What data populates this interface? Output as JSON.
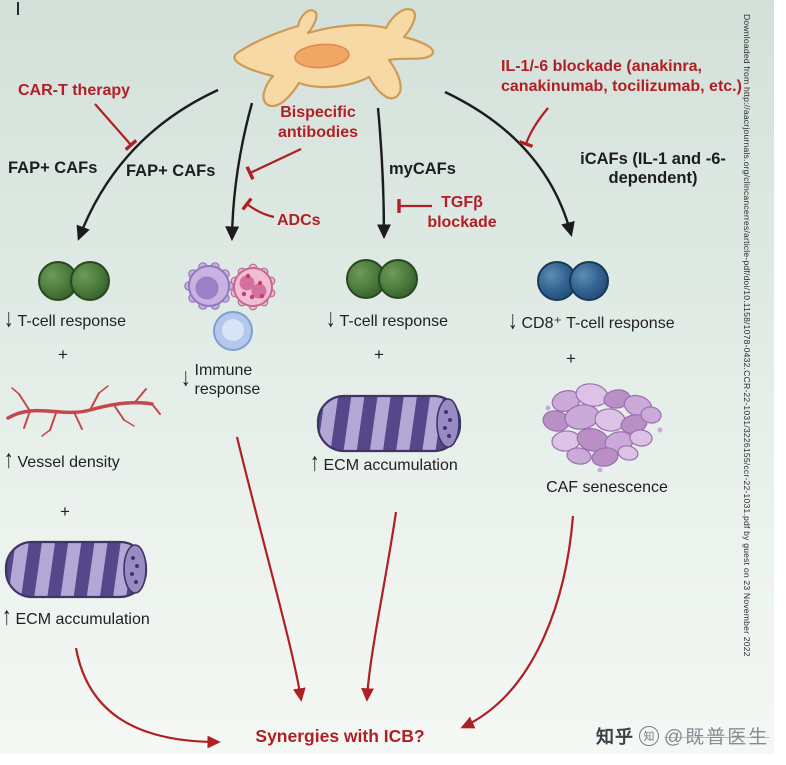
{
  "colors": {
    "annotation_red": "#b01f24",
    "arrow_black": "#1c1c1c",
    "tcell_green": "#4c7c3d",
    "icaf_blue": "#336391",
    "ecm_purple_dark": "#55478a",
    "ecm_purple_light": "#b3a7d6",
    "vessel_red": "#c5474d",
    "senescent_purple": "#cba9d8",
    "fibroblast_tan": "#f7d9a6"
  },
  "therapies": {
    "car_t": "CAR-T therapy",
    "bispecific": "Bispecific\nantibodies",
    "adcs": "ADCs",
    "tgfb": "TGFβ\nblockade",
    "il_blockade": "IL-1/-6 blockade (anakinra,\ncanakinumab, tocilizumab, etc.)"
  },
  "caf_subsets": {
    "fap_left": "FAP+ CAFs",
    "fap_mid": "FAP+ CAFs",
    "mycafs": "myCAFs",
    "icafs": "iCAFs (IL-1 and -6-\ndependent)"
  },
  "effects": {
    "col1_tcell_arrow": "↓",
    "col1_tcell": "T-cell response",
    "col1_plus1": "+",
    "col1_vessel_arrow": "↑",
    "col1_vessel": "Vessel density",
    "col1_plus2": "+",
    "col1_ecm_arrow": "↑",
    "col1_ecm": "ECM accumulation",
    "col2_immune_arrow": "↓",
    "col2_immune": "Immune\nresponse",
    "col3_tcell_arrow": "↓",
    "col3_tcell": "T-cell response",
    "col3_plus": "+",
    "col3_ecm_arrow": "↑",
    "col3_ecm": "ECM accumulation",
    "col4_cd8_arrow": "↓",
    "col4_cd8": "CD8⁺ T-cell response",
    "col4_plus": "+",
    "col4_senescence": "CAF senescence"
  },
  "conclusion": "Synergies with ICB?",
  "watermark": {
    "brand": "知乎",
    "seal": "知",
    "user": "@既普医生"
  },
  "margin_note": "Downloaded from http://aacrjournals.org/clincancerres/article-pdf/doi/10.1158/1078-0432.CCR-22-1031/3226155/ccr-22-1031.pdf by guest on 23 November 2022"
}
